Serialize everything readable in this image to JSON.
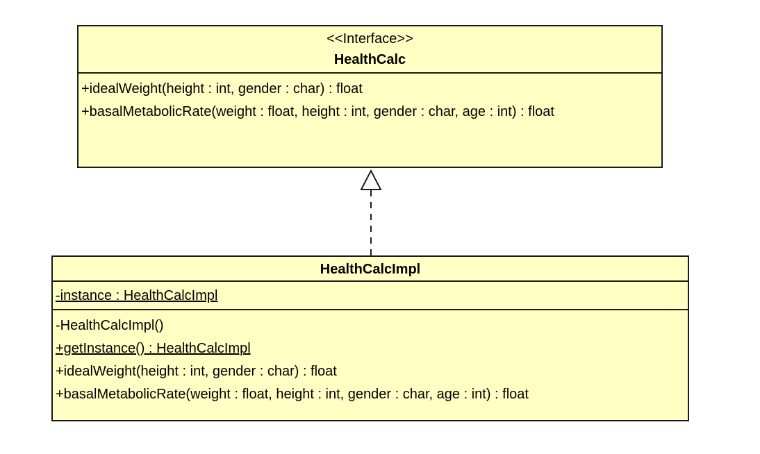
{
  "interface_class": {
    "stereotype": "<<Interface>>",
    "name": "HealthCalc",
    "operations": [
      "+idealWeight(height : int, gender : char) : float",
      "+basalMetabolicRate(weight : float, height : int, gender : char, age : int) : float"
    ]
  },
  "impl_class": {
    "name": "HealthCalcImpl",
    "attributes": [
      "-instance : HealthCalcImpl"
    ],
    "operations": [
      "-HealthCalcImpl()",
      "+getInstance() : HealthCalcImpl",
      "+idealWeight(height : int, gender : char) : float",
      "+basalMetabolicRate(weight : float, height : int, gender : char, age : int) : float"
    ]
  },
  "relationship": {
    "type": "realization",
    "from": "HealthCalcImpl",
    "to": "HealthCalc"
  },
  "colors": {
    "class_fill": "#ffffc4",
    "border": "#1a1a1a"
  }
}
